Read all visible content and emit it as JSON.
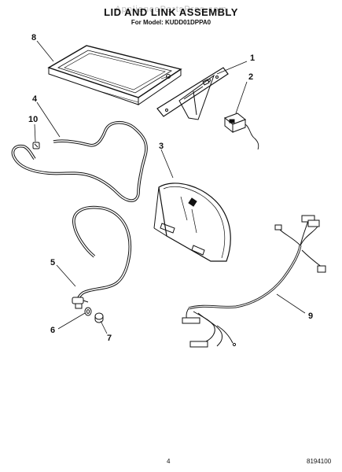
{
  "watermark": "AppliancePartsPros.com",
  "title": "LID AND LINK ASSEMBLY",
  "subtitle": "For Model: KUDD01DPPA0",
  "callouts": [
    "1",
    "2",
    "3",
    "4",
    "5",
    "6",
    "7",
    "8",
    "9",
    "10"
  ],
  "page_number": "4",
  "document_id": "8194100"
}
